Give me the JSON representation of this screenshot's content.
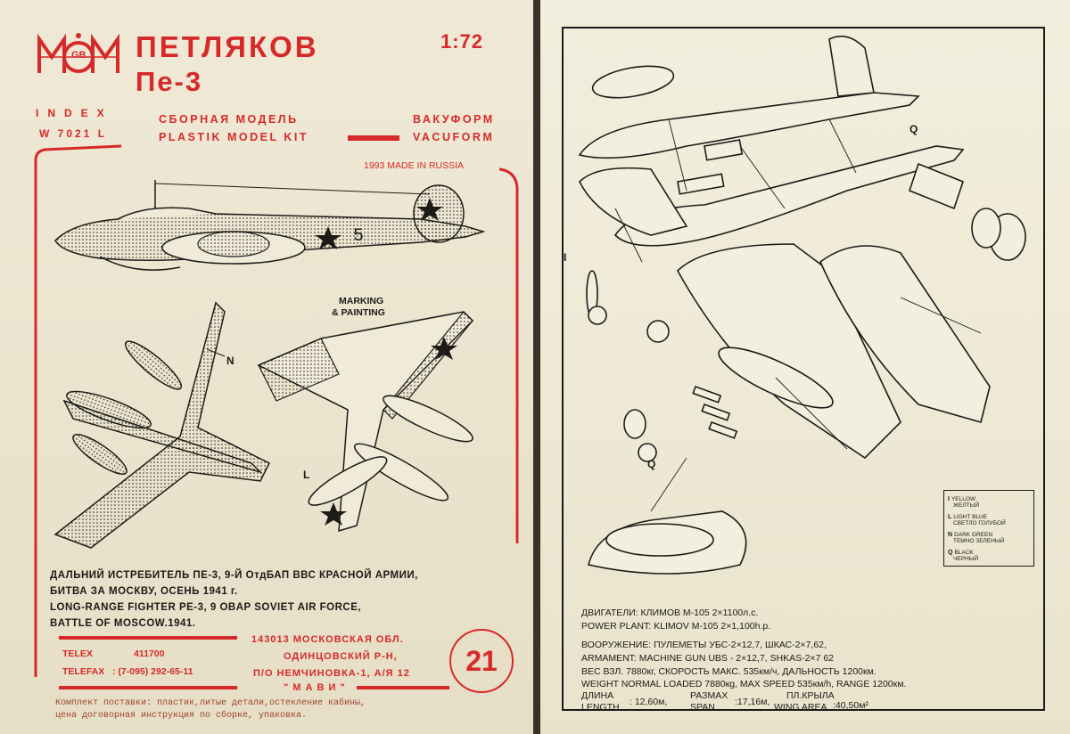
{
  "left_sheet": {
    "logo_text": "GB",
    "title_ru": "ПЕТЛЯКОВ",
    "title_model": "Пе-3",
    "scale": "1:72",
    "index_label": "INDEX",
    "index_code": "W 7021 L",
    "subtitle_ru": "СБОРНАЯ МОДЕЛЬ",
    "subtitle_en": "PLASTIK MODEL KIT",
    "vacuform_ru": "ВАКУФОРМ",
    "vacuform_en": "VACUFORM",
    "made_in": "1993 MADE IN RUSSIA",
    "marking_line1": "MARKING",
    "marking_amp": "&",
    "marking_line2": "PAINTING",
    "label_n": "N",
    "label_l": "L",
    "tail_number": "5",
    "description": [
      "ДАЛЬНИЙ ИСТРЕБИТЕЛЬ ПЕ-3, 9-Й ОтдБАП ВВС КРАСНОЙ АРМИИ,",
      "БИТВА ЗА МОСКВУ, ОСЕНЬ 1941 г.",
      "LONG-RANGE FIGHTER PE-3, 9 OBAP SOVIET AIR FORCE,",
      "BATTLE OF MOSCOW.1941."
    ],
    "telex_label": "TELEX",
    "telex_value": "411700",
    "telefax_label": "TELEFAX",
    "telefax_value": ": (7-095) 292-65-11",
    "address": [
      "143013 МОСКОВСКАЯ ОБЛ.",
      "ОДИНЦОВСКИЙ Р-Н,",
      "П/О НЕМЧИНОВКА-1, А/Я 12"
    ],
    "company": "\" М А В И \"",
    "page_number": "21",
    "kit_contents": [
      "Комплект поставки: пластик,литые детали,остекление кабины,",
      "цена договорная    инструкция по сборке, упаковка."
    ]
  },
  "right_sheet": {
    "label_q1": "Q",
    "label_i": "I",
    "label_q2": "Q",
    "legend": [
      {
        "letter": "I",
        "en": "YELLOW",
        "ru": "ЖЕЛТЫЙ"
      },
      {
        "letter": "L",
        "en": "LIGHT BLUE",
        "ru": "СВЕТЛО ГОЛУБОЙ"
      },
      {
        "letter": "N",
        "en": "DARK GREEN",
        "ru": "ТЕМНО ЗЕЛЕНЫЙ"
      },
      {
        "letter": "Q",
        "en": "BLACK",
        "ru": "ЧЕРНЫЙ"
      }
    ],
    "specs": [
      "ДВИГАТЕЛИ: КЛИМОВ  М-105  2×1100л.с.",
      "POWER PLANT: KLIMOV  M-105  2×1,100h.p.",
      "ВООРУЖЕНИЕ: ПУЛЕМЕТЫ  УБС-2×12,7, ШКАС-2×7,62,",
      "ARMAMENT: MACHINE GUN  UBS - 2×12,7,  SHKAS-2×7 62",
      "ВЕС ВЗЛ.  7880кг, СКОРОСТЬ МАКС. 535км/ч, ДАЛЬНОСТЬ  1200км.",
      "WEIGHT NORMAL LOADED 7880кg, MAX SPEED 535км/h, RANGE 1200км."
    ],
    "dim_length_ru": "ДЛИНА",
    "dim_length_en": "LENGTH",
    "dim_length_value": ": 12,60м,",
    "dim_span_ru": "РАЗМАХ",
    "dim_span_en": "SPAN",
    "dim_span_value": ":17,16м,",
    "dim_area_ru": "ПЛ.КРЫЛА",
    "dim_area_en": "WING AREA",
    "dim_area_value": ":40,50м²"
  }
}
